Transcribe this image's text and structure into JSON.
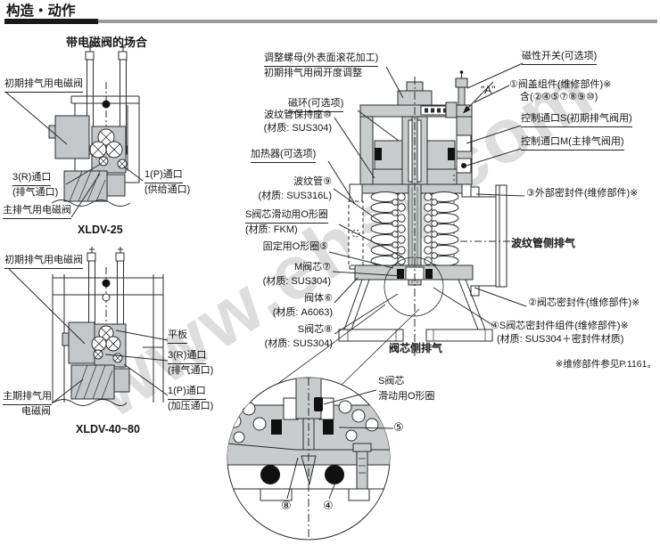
{
  "page": {
    "title": "构造・动作",
    "watermark": "www.ehsy.com",
    "note": "※维修部件参见P.1161。"
  },
  "left": {
    "heading": "带电磁阀的场合",
    "xldv25": {
      "caption": "XLDV-25",
      "initial_solenoid": "初期排气用电磁阀",
      "port3": "3(R)通口",
      "port3_sub": "(排气通口)",
      "port1": "1(P)通口",
      "port1_sub": "(供给通口)",
      "main_solenoid": "主排气用电磁阀"
    },
    "xldv4080": {
      "caption": "XLDV-40~80",
      "initial_solenoid": "初期排气用电磁阀",
      "plate": "平板",
      "port3": "3(R)通口",
      "port3_sub": "(排气通口)",
      "port1": "1(P)通口",
      "port1_sub": "(加压通口)",
      "main_solenoid": "主期排气用",
      "main_solenoid2": "电磁阀"
    }
  },
  "main": {
    "marker_a": "\"A\"",
    "adjust_nut": "调整螺母(外表面滚花加工)",
    "adjust_nut_sub": "初期排气用阀开度调整",
    "magnet_ring": "磁环(可选项)",
    "bellows_holder": "波纹管保持座⑩",
    "bellows_holder_sub": "(材质: SUS304)",
    "heater": "加热器(可选项)",
    "bellows": "波纹管⑨",
    "bellows_sub": "(材质: SUS316L)",
    "s_spool_oring": "S阀芯滑动用O形圈",
    "s_spool_oring_sub": "(材质: FKM)",
    "fixing_oring": "固定用O形圈⑤",
    "m_spool": "M阀芯⑦",
    "m_spool_sub": "(材质: SUS304)",
    "valve_body": "阀体⑥",
    "valve_body_sub": "(材质: A6063)",
    "s_spool": "S阀芯⑧",
    "s_spool_sub": "(材质: SUS304)",
    "magnetic_switch": "磁性开关(可选项)",
    "bonnet_assy": "①阀盖组件(维修部件)※",
    "bonnet_assy_sub": "含(②④⑤⑦⑧⑨⑩)",
    "port_s": "控制通口S(初期排气阀用)",
    "port_m": "控制通口M(主排气阀用)",
    "external_seal": "③外部密封件(维修部件)※",
    "bellows_side_exhaust": "波纹管侧排气",
    "spool_seal": "②阀芯密封件(维修部件)※",
    "s_spool_seal_assy": "④S阀芯密封件组件(维修部件)※",
    "s_spool_seal_assy_sub": "(材质: SUS304＋密封件材质)",
    "spool_side_exhaust": "阀芯侧排气"
  },
  "detail": {
    "label1": "S阀芯",
    "label2": "滑动用O形圈",
    "num5": "⑤",
    "num8": "⑧",
    "num4": "④"
  }
}
